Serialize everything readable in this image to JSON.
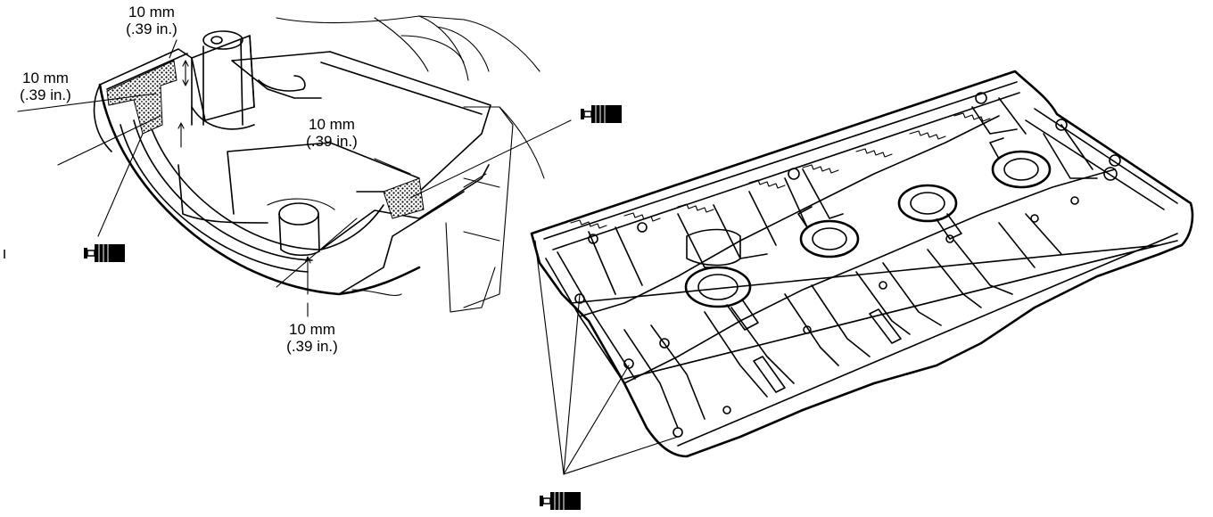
{
  "figure": {
    "left_view": {
      "callouts": [
        {
          "mm": "10 mm",
          "inch": "(.39 in.)"
        },
        {
          "mm": "10 mm",
          "inch": "(.39 in.)"
        },
        {
          "mm": "10 mm",
          "inch": "(.39 in.)"
        },
        {
          "mm": "10 mm",
          "inch": "(.39 in.)"
        }
      ],
      "symbols": [
        "sealant-tube-icon",
        "sealant-tube-icon"
      ]
    },
    "right_view": {
      "symbols": [
        "sealant-tube-icon"
      ]
    },
    "colors": {
      "line": "#000000",
      "background": "#ffffff"
    }
  }
}
